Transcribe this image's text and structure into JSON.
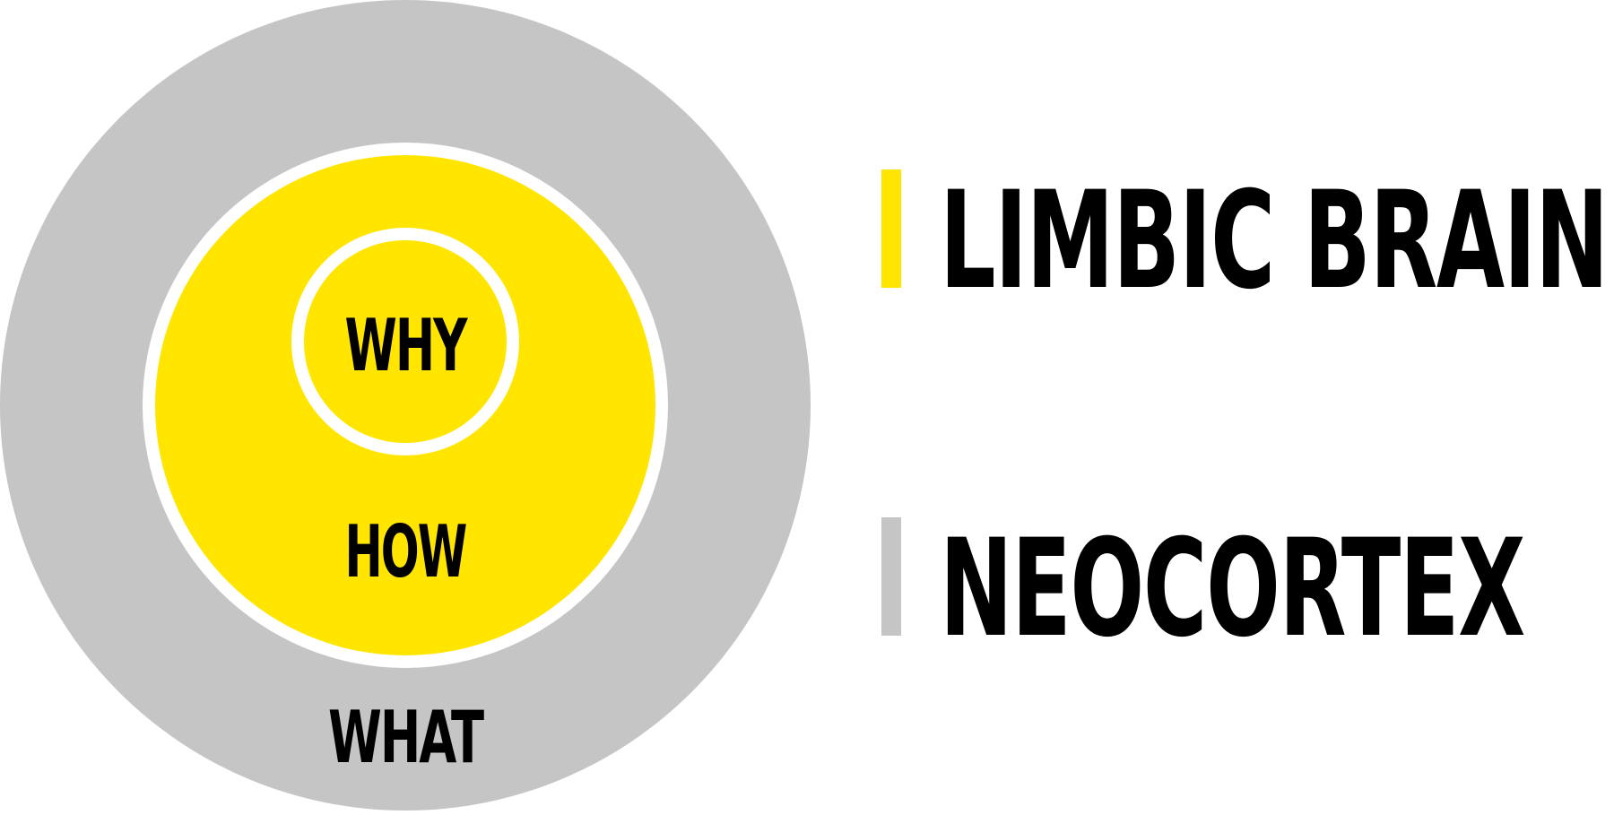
{
  "diagram": {
    "circles": {
      "why": {
        "label": "WHY"
      },
      "how": {
        "label": "HOW"
      },
      "what": {
        "label": "WHAT"
      }
    },
    "legend": [
      {
        "label": "LIMBIC BRAIN"
      },
      {
        "label": "NEOCORTEX"
      }
    ],
    "colors": {
      "outer": "#c5c5c5",
      "inner": "#ffe500",
      "ring": "#ffffff",
      "text": "#000000",
      "legend_limbic": "#ffe500",
      "legend_neocortex": "#c5c5c5"
    }
  }
}
